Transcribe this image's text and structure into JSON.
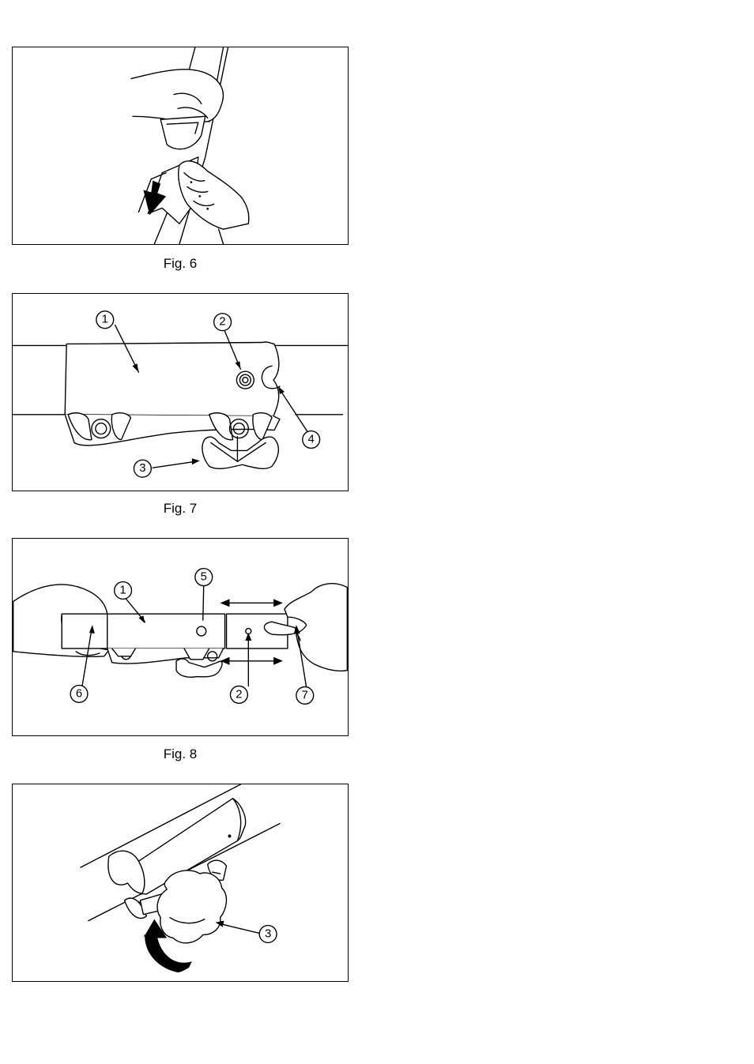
{
  "figures": [
    {
      "id": "fig6",
      "caption": "Fig. 6",
      "callouts": []
    },
    {
      "id": "fig7",
      "caption": "Fig. 7",
      "callouts": [
        "1",
        "2",
        "3",
        "4"
      ]
    },
    {
      "id": "fig8",
      "caption": "Fig. 8",
      "callouts": [
        "1",
        "5",
        "6",
        "2",
        "7"
      ]
    },
    {
      "id": "fig9",
      "caption": "",
      "callouts": [
        "3"
      ]
    }
  ]
}
